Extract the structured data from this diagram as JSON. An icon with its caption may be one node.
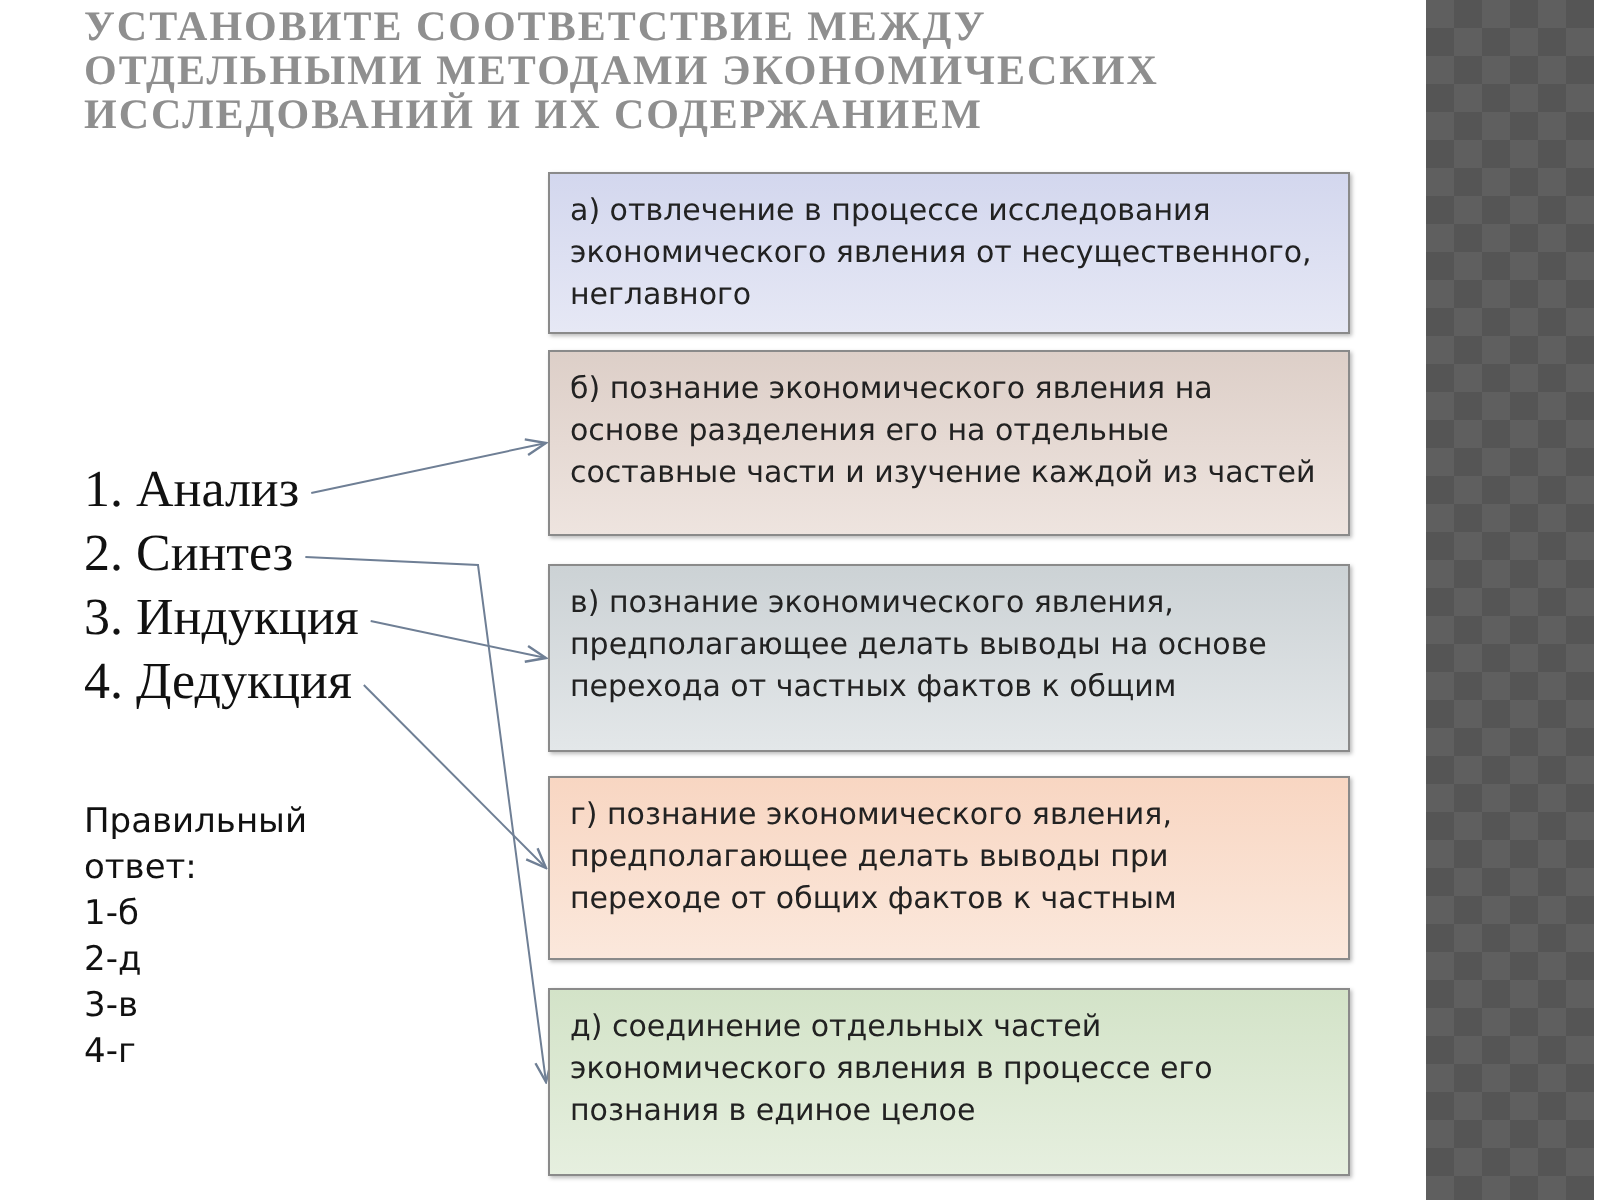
{
  "diagram": {
    "title": "УСТАНОВИТЕ СООТВЕТСТВИЕ МЕЖДУ ОТДЕЛЬНЫМИ МЕТОДАМИ ЭКОНОМИЧЕСКИХ ИССЛЕДОВАНИЙ И ИХ СОДЕРЖАНИЕМ",
    "nodes": [
      {
        "text": [
          "1. Анализ"
        ]
      },
      {
        "text": [
          "2. Синтез"
        ]
      },
      {
        "text": [
          "3. Индукция"
        ]
      },
      {
        "text": [
          "4. Дедукция"
        ]
      },
      {
        "text": [
          "а) отвлечение в процессе исследования экономического явления от несущественного, неглавного"
        ]
      },
      {
        "text": [
          "б) познание экономического явления на основе разделения его на отдельные составные части и изучение каждой из частей"
        ]
      },
      {
        "text": [
          "в) познание экономического явления, предполагающее делать выводы на основе перехода от частных фактов к общим"
        ]
      },
      {
        "text": [
          "г) познание экономического явления, предполагающее делать выводы при переходе от общих фактов к частным"
        ]
      },
      {
        "text": [
          "д) соединение отдельных частей экономического явления в процессе его познания в единое целое"
        ]
      }
    ],
    "edges": [
      {
        "from": 0,
        "to": 5,
        "arrow": "to"
      },
      {
        "from": 1,
        "to": 8,
        "arrow": "to"
      },
      {
        "from": 2,
        "to": 6,
        "arrow": "to"
      },
      {
        "from": 3,
        "to": 7,
        "arrow": "to"
      }
    ],
    "labels": [
      "Правильный ответ:",
      "1-б",
      "2-д",
      "3-в",
      "4-г"
    ]
  }
}
